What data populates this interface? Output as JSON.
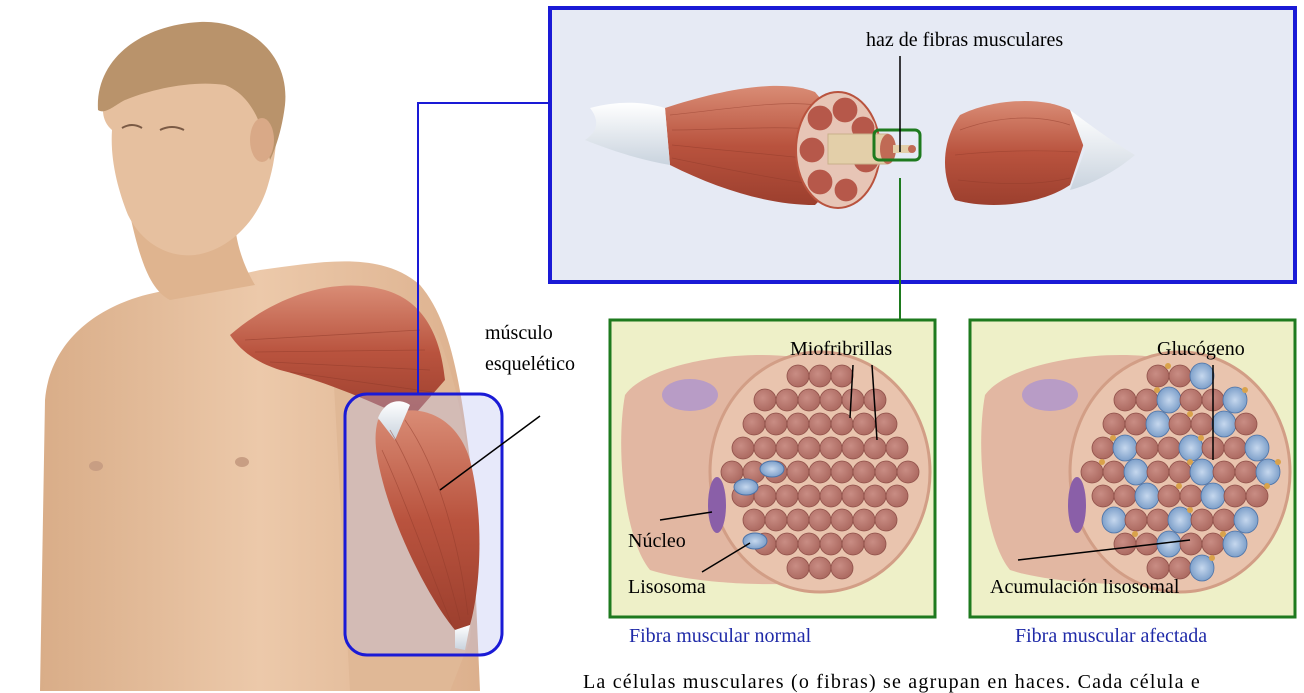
{
  "labels": {
    "bundle": "haz de fibras musculares",
    "muscle_line1": "músculo",
    "muscle_line2": "esquelético",
    "myofibrils": "Miofribrillas",
    "nucleus": "Núcleo",
    "lysosome": "Lisosoma",
    "glycogen": "Glucógeno",
    "lysosomal_accumulation": "Acumulación lisosomal"
  },
  "captions": {
    "normal": "Fibra muscular normal",
    "affected": "Fibra muscular afectada"
  },
  "footer_text": "La células musculares (o fibras) se agrupan en haces. Cada célula e",
  "colors": {
    "zoom_box_blue": "#1a1ad6",
    "zoom_box_green": "#1e7a1e",
    "panel_fill": "#eef0c8",
    "caption_blue": "#1f2aa8",
    "skin": "#e8c3a2",
    "muscle": "#c2614d",
    "lysosome": "#9ab7dc",
    "glycogen": "#d9a24a"
  }
}
